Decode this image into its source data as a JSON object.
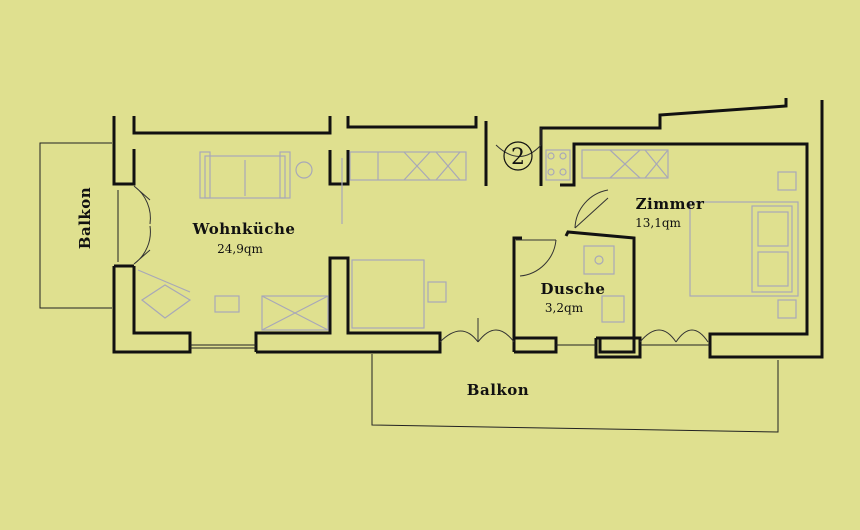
{
  "colors": {
    "background": "#dfe08f",
    "wall": "#111111",
    "furniture": "#a8a8b8"
  },
  "marker": {
    "label": "2"
  },
  "rooms": {
    "wohnkueche": {
      "name": "Wohnküche",
      "area": "24,9qm"
    },
    "zimmer": {
      "name": "Zimmer",
      "area": "13,1qm"
    },
    "dusche": {
      "name": "Dusche",
      "area": "3,2qm"
    }
  },
  "balconies": {
    "west": {
      "name": "Balkon"
    },
    "south": {
      "name": "Balkon"
    }
  }
}
